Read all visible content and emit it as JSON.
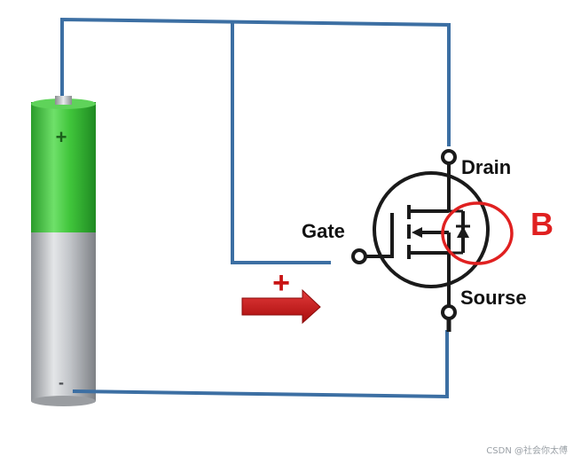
{
  "labels": {
    "drain": "Drain",
    "gate": "Gate",
    "source": "Sourse",
    "highlight": "B",
    "battery_positive": "+",
    "battery_negative": "-",
    "gate_voltage_sign": "+"
  },
  "watermark": "CSDN @社会你太傅",
  "colors": {
    "wire": "#3c6fa3",
    "battery_green": "#3fc33a",
    "battery_silver": "#b9bcc0",
    "highlight_red": "#e02020",
    "arrow_red": "#c81414",
    "symbol_black": "#1a1a1a"
  },
  "icons": {
    "battery": "battery-icon",
    "mosfet": "mosfet-symbol-icon",
    "arrow": "arrow-right-icon"
  }
}
